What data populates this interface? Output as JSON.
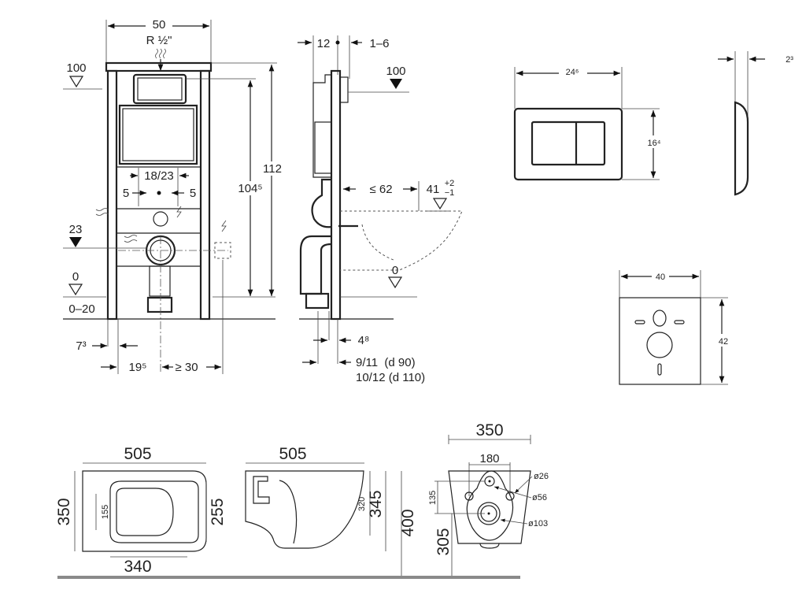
{
  "front_view": {
    "width": "50",
    "water_connection": "R ½\"",
    "level_100": "100",
    "height_112": "112",
    "height_1045": "104⁵",
    "spacing_18_23": "18/23",
    "offset_left_5": "5",
    "offset_right_5": "5",
    "level_23": "23",
    "level_0": "0",
    "floor_range": "0–20",
    "dim_73": "7³",
    "dim_195": "19⁵",
    "dim_min_30": "≥ 30"
  },
  "side_view": {
    "depth_12": "12",
    "range_1_6": "1–6",
    "level_100": "100",
    "max_62": "≤ 62",
    "height_41": "41",
    "tol_plus": "+2",
    "tol_minus": "−1",
    "level_0": "0",
    "dim_48": "4⁸",
    "pipe_d90": "9/11  (d 90)",
    "pipe_d110": "10/12 (d 110)"
  },
  "flush_plate": {
    "width": "24⁶",
    "height": "16⁴",
    "depth": "2³"
  },
  "sound_pad": {
    "width": "40",
    "height": "42"
  },
  "toilet_top_view": {
    "length": "505",
    "width": "350",
    "inner_155": "155",
    "inner_255": "255",
    "bottom_340": "340"
  },
  "toilet_side_view": {
    "length": "505",
    "h320": "320",
    "h345": "345",
    "h400": "400"
  },
  "toilet_rear_view": {
    "width": "350",
    "bolt_spacing": "180",
    "h135": "135",
    "h305": "305",
    "d26": "ø26",
    "d56": "ø56",
    "d103": "ø103"
  }
}
